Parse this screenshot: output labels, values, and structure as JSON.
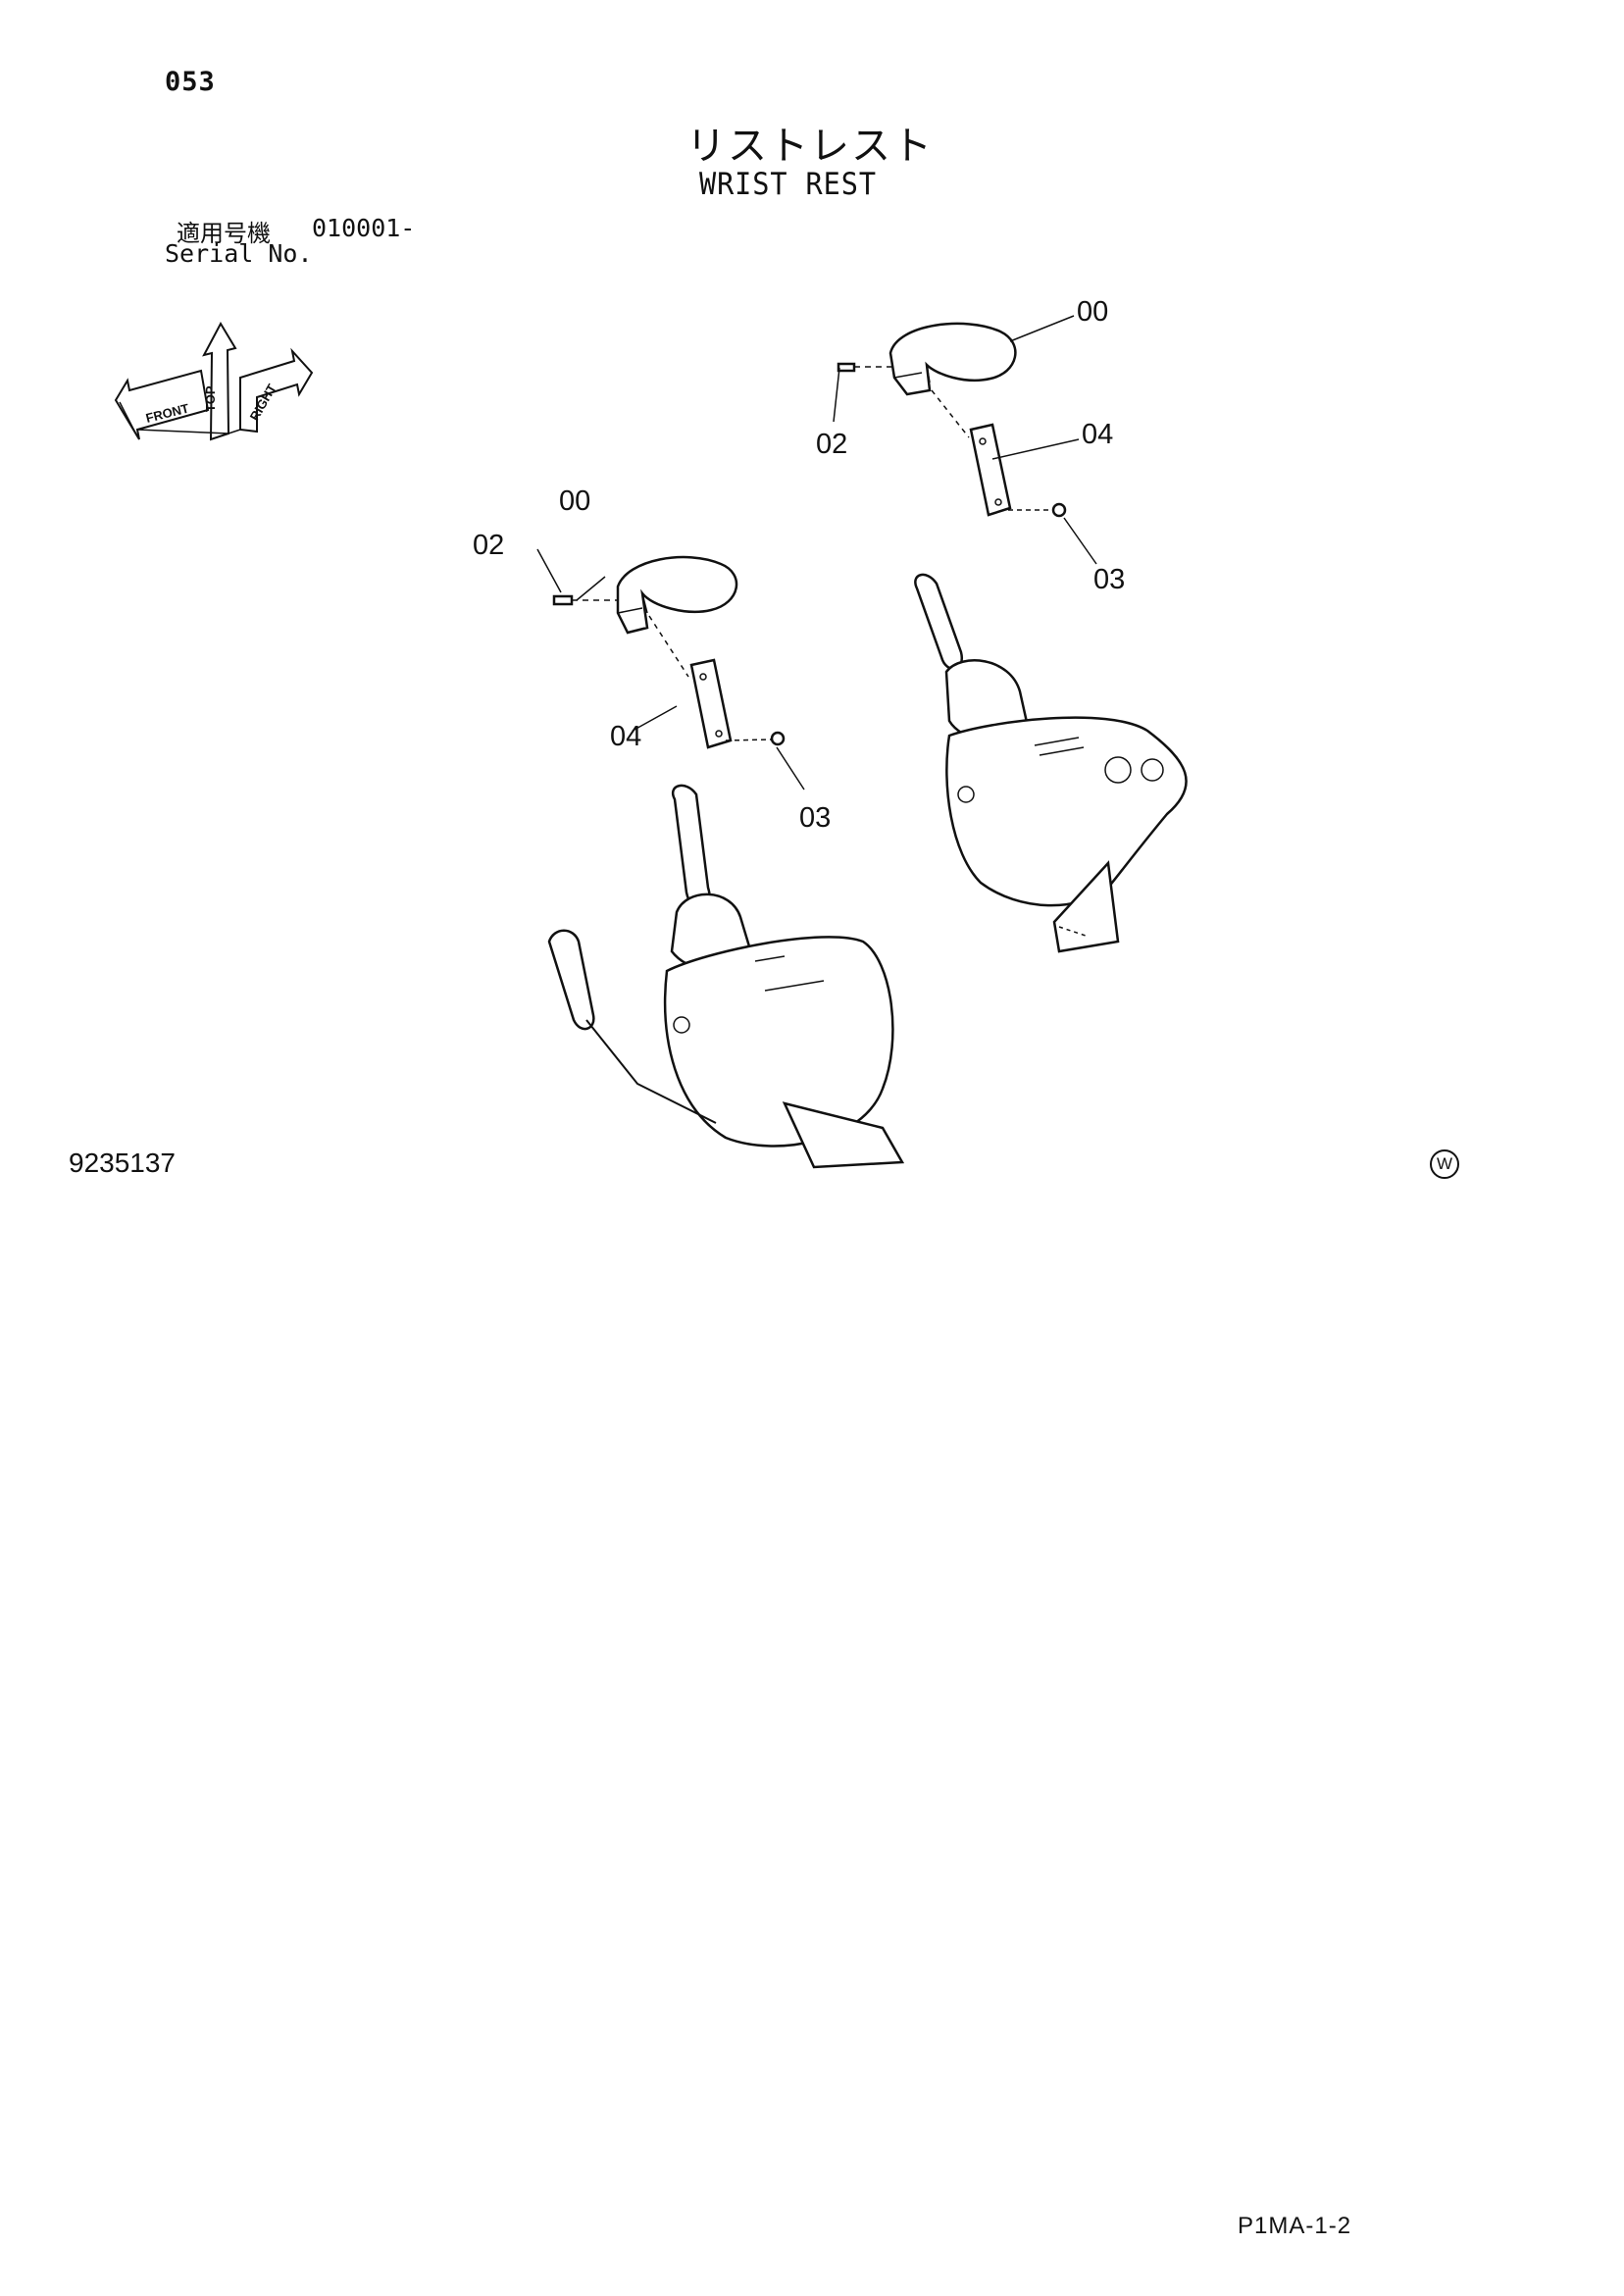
{
  "header": {
    "page_number": "053",
    "title_jp": "リストレスト",
    "title_en": "WRIST REST",
    "serial_label_jp": "適用号機",
    "serial_value": "010001-",
    "serial_label_en": "Serial No."
  },
  "orientation_labels": {
    "front": "FRONT",
    "top": "TOP",
    "right": "RIGHT"
  },
  "callouts": {
    "left_assembly": {
      "armrest": "00",
      "bolt": "02",
      "bracket": "04",
      "nut": "03"
    },
    "right_assembly": {
      "armrest": "00",
      "bolt": "02",
      "bracket": "04",
      "nut": "03"
    }
  },
  "footer": {
    "drawing_number": "9235137",
    "mark": "W",
    "page_ref": "P1MA-1-2"
  }
}
